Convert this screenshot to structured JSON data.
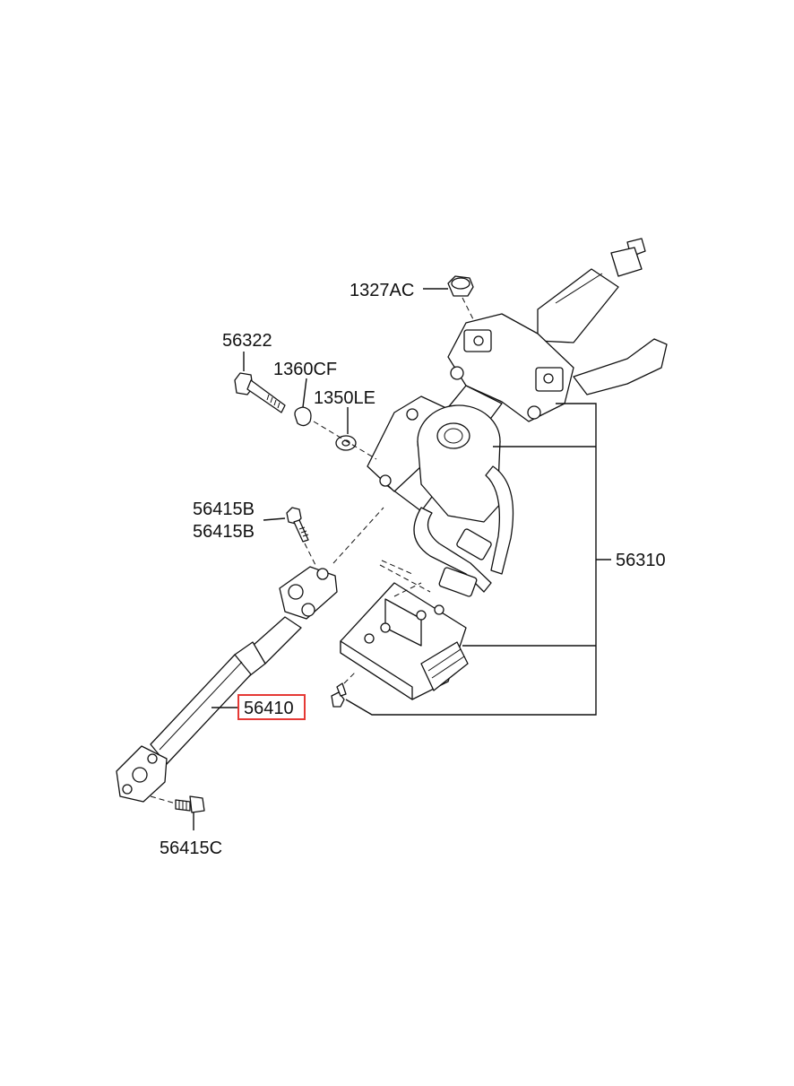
{
  "labels": {
    "p1327ac": "1327AC",
    "p56322": "56322",
    "p1360cf": "1360CF",
    "p1350le": "1350LE",
    "p56415b_1": "56415B",
    "p56415b_2": "56415B",
    "p56310": "56310",
    "p56410": "56410",
    "p56415c": "56415C"
  },
  "highlighted_part": "56410",
  "colors": {
    "highlight": "#e53935",
    "ink": "#111111",
    "background": "#ffffff"
  }
}
